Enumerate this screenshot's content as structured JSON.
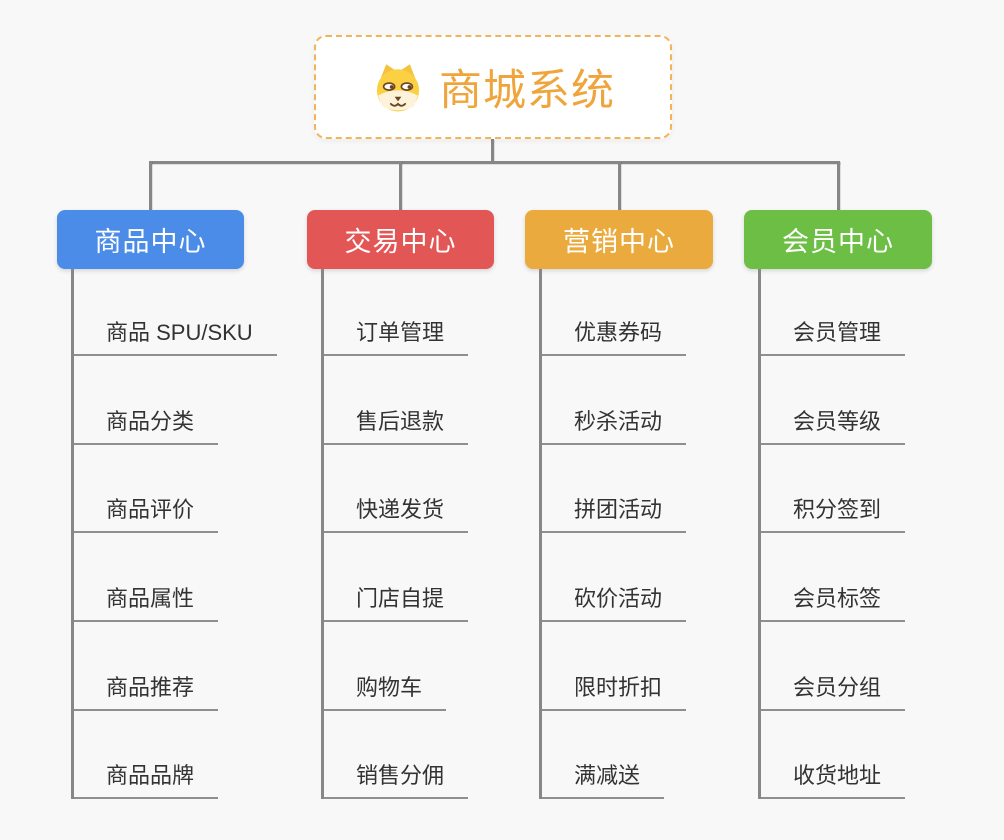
{
  "root": {
    "title": "商城系统",
    "icon": "dog-face-icon",
    "title_color": "#f0a53c",
    "border_color": "#f2b45a"
  },
  "connector_color": "#878787",
  "underline_color": "#8f8f8f",
  "background_color": "#f8f8f8",
  "branches": [
    {
      "label": "商品中心",
      "color": "#4a8ce8",
      "items": [
        "商品 SPU/SKU",
        "商品分类",
        "商品评价",
        "商品属性",
        "商品推荐",
        "商品品牌"
      ]
    },
    {
      "label": "交易中心",
      "color": "#e25755",
      "items": [
        "订单管理",
        "售后退款",
        "快递发货",
        "门店自提",
        "购物车",
        "销售分佣"
      ]
    },
    {
      "label": "营销中心",
      "color": "#ebaa3e",
      "items": [
        "优惠券码",
        "秒杀活动",
        "拼团活动",
        "砍价活动",
        "限时折扣",
        "满减送"
      ]
    },
    {
      "label": "会员中心",
      "color": "#6cbe45",
      "items": [
        "会员管理",
        "会员等级",
        "积分签到",
        "会员标签",
        "会员分组",
        "收货地址"
      ]
    }
  ]
}
